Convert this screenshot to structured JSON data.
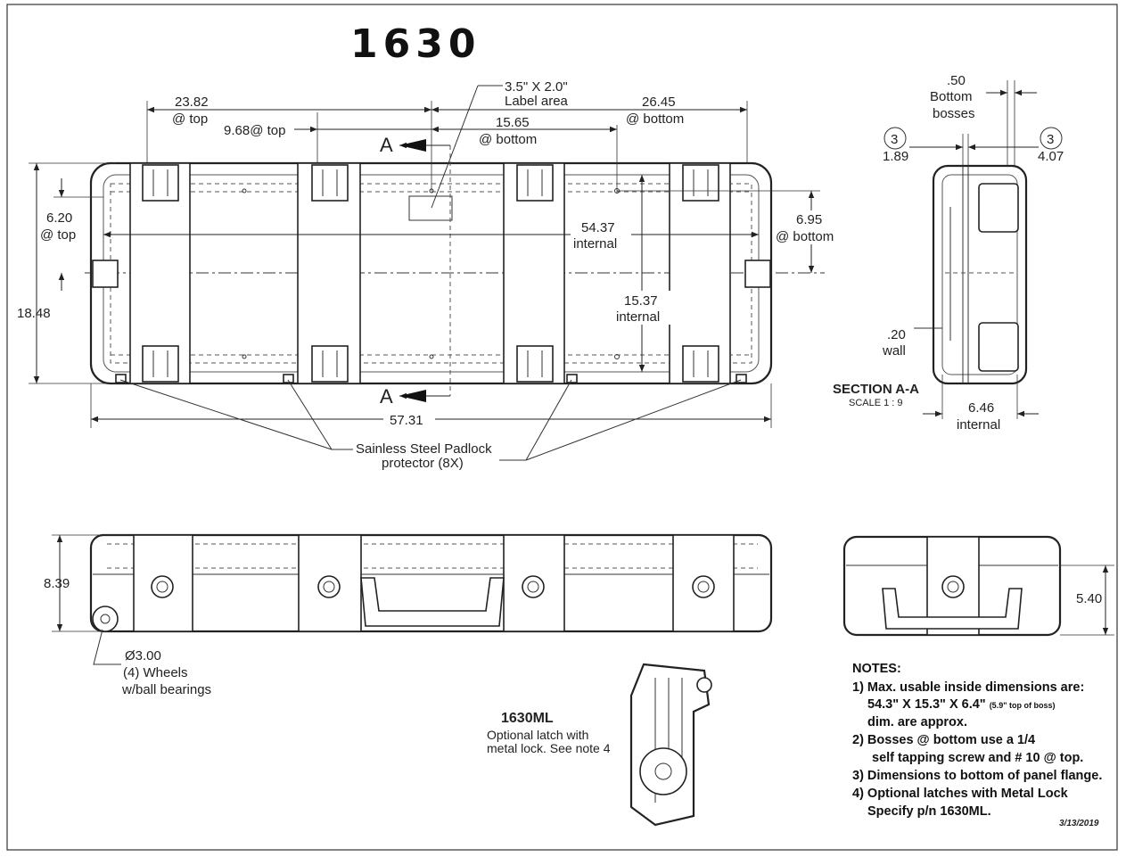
{
  "title": "1630",
  "top_view": {
    "dim_2382": "23.82",
    "dim_2382_note": "@ top",
    "dim_968": "9.68@ top",
    "label_area_line1": "3.5\" X 2.0\"",
    "label_area_line2": "Label area",
    "dim_1565": "15.65",
    "dim_1565_note": "@ bottom",
    "dim_2645": "26.45",
    "dim_2645_note": "@ bottom",
    "section_marker": "A",
    "dim_620": "6.20",
    "dim_620_note": "@ top",
    "dim_5437": "54.37",
    "dim_5437_note": "internal",
    "dim_695": "6.95",
    "dim_695_note": "@ bottom",
    "dim_1848": "18.48",
    "dim_1537": "15.37",
    "dim_1537_note": "internal",
    "dim_5731": "57.31",
    "padlock_line1": "Sainless Steel Padlock",
    "padlock_line2": "protector (8X)"
  },
  "section_view": {
    "bosses_dim": ".50",
    "bosses_line1": "Bottom",
    "bosses_line2": "bosses",
    "balloon_left": "3",
    "dim_189": "1.89",
    "balloon_right": "3",
    "dim_407": "4.07",
    "wall_dim": ".20",
    "wall_note": "wall",
    "title": "SECTION A-A",
    "scale": "SCALE 1 : 9",
    "dim_646": "6.46",
    "dim_646_note": "internal"
  },
  "side_view": {
    "dim_839": "8.39",
    "wheel_dim": "Ø3.00",
    "wheel_line1": "(4) Wheels",
    "wheel_line2": "w/ball bearings"
  },
  "end_view": {
    "dim_540": "5.40"
  },
  "latch_detail": {
    "title": "1630ML",
    "line1": "Optional latch with",
    "line2": "metal lock. See note 4"
  },
  "notes": {
    "heading": "NOTES:",
    "n1_line1": "1) Max. usable inside dimensions are:",
    "n1_line2": "54.3\" X 15.3\" X 6.4\"",
    "n1_line2_small": "(5.9\" top of boss)",
    "n1_line3": "dim. are approx.",
    "n2_line1": "2) Bosses @ bottom use a 1/4",
    "n2_line2": "self tapping screw and # 10 @ top.",
    "n3": "3) Dimensions to bottom of panel flange.",
    "n4_line1": "4) Optional latches with Metal Lock",
    "n4_line2": "Specify p/n 1630ML."
  },
  "date": "3/13/2019"
}
